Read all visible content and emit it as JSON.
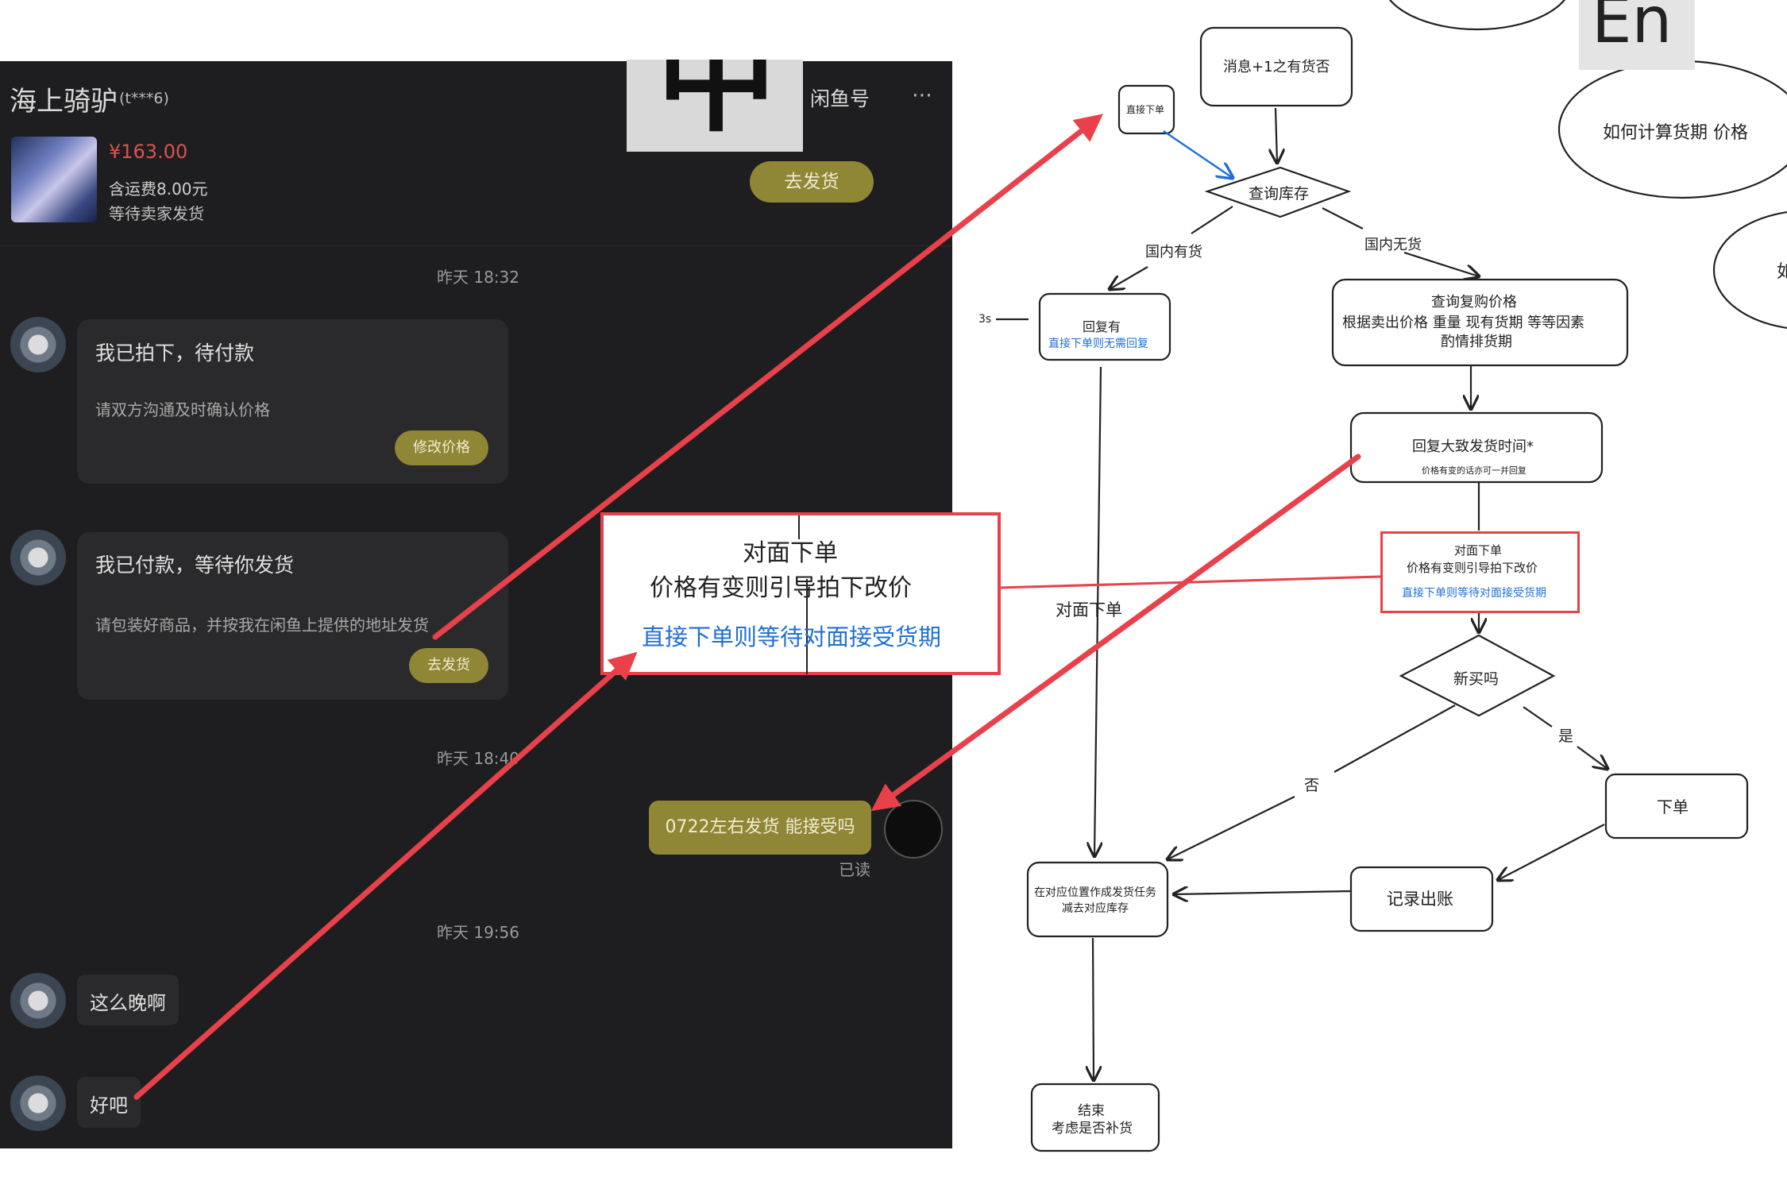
{
  "chat": {
    "seller_name": "海上骑驴",
    "seller_id": "(t***6)",
    "platform_tab": "闲鱼号",
    "more_icon": "more-horizontal-icon",
    "product": {
      "price": "¥163.00",
      "shipping": "含运费8.00元",
      "status": "等待卖家发货",
      "ship_button": "去发货"
    },
    "overlay_glyph": "中",
    "timestamps": [
      "昨天 18:32",
      "昨天 18:40",
      "昨天 19:56"
    ],
    "card1": {
      "title": "我已拍下，待付款",
      "desc": "请双方沟通及时确认价格",
      "button": "修改价格"
    },
    "card2": {
      "title": "我已付款，等待你发货",
      "desc": "请包装好商品，并按我在闲鱼上提供的地址发货",
      "button": "去发货"
    },
    "my_message": "0722左右发货 能接受吗",
    "read_status": "已读",
    "reply1": "这么晚啊",
    "reply2": "好吧"
  },
  "diagram": {
    "corner_glyph": "En",
    "nodes": {
      "start_msg": "消息+1之有货否",
      "direct_order": "直接下单",
      "query_stock": "查询库存",
      "edge_domestic_yes": "国内有货",
      "edge_domestic_no": "国内无货",
      "left_stub": "3s",
      "reply_yes_line1": "回复有",
      "reply_yes_line2": "直接下单则无需回复",
      "repurchase_line1": "查询复购价格",
      "repurchase_line2": "根据卖出价格 重量 现有货期 等等因素",
      "repurchase_line3": "酌情排货期",
      "reply_time_line1": "回复大致发货时间*",
      "reply_time_line2": "价格有变的话亦可一并回复",
      "order_small_line1": "对面下单",
      "order_small_line2": "价格有变则引导拍下改价",
      "order_small_line3": "直接下单则等待对面接受货期",
      "new_buy": "新买吗",
      "edge_yes": "是",
      "edge_no": "否",
      "place_order": "下单",
      "record_out": "记录出账",
      "create_task_line1": "在对应位置作成发货任务",
      "create_task_line2": "减去对应库存",
      "end_line1": "结束",
      "end_line2": "考虑是否补货",
      "mid_edge_label": "对面下单",
      "ellipse_price": "如何计算货期 价格",
      "ellipse_partial": "如"
    },
    "zoom_box": {
      "line1": "对面下单",
      "line2": "价格有变则引导拍下改价",
      "line3": "直接下单则等待对面接受货期"
    }
  },
  "colors": {
    "chat_bg": "#1e1e20",
    "accent_gold": "#8f8636",
    "price_red": "#d9534f",
    "annotation_red": "#e8414b",
    "link_blue": "#1f6fd6"
  }
}
